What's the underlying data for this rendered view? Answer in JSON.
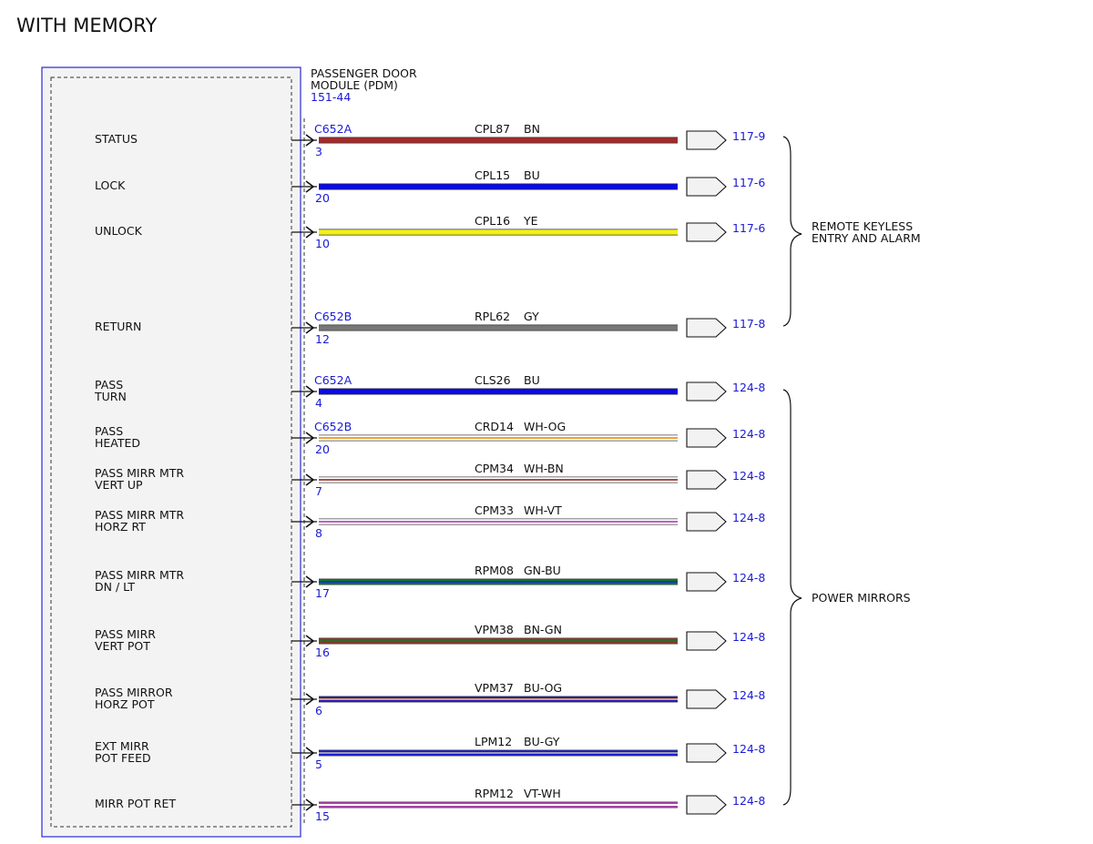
{
  "title": "WITH MEMORY",
  "module": {
    "name_line1": "PASSENGER DOOR",
    "name_line2": "MODULE (PDM)",
    "ref": "151-44"
  },
  "connectors": [
    {
      "name": "C652A"
    },
    {
      "name": "C652B"
    },
    {
      "name": "C652A"
    },
    {
      "name": "C652B"
    }
  ],
  "circuits": [
    {
      "pin_label": [
        "STATUS"
      ],
      "pin": "3",
      "circuit": "CPL87",
      "color_code": "BN",
      "dest": "117-9",
      "colors": [
        "#a52a2a"
      ],
      "connector_index": 0
    },
    {
      "pin_label": [
        "LOCK"
      ],
      "pin": "20",
      "circuit": "CPL15",
      "color_code": "BU",
      "dest": "117-6",
      "colors": [
        "#0a0ae6"
      ],
      "connector_index": null
    },
    {
      "pin_label": [
        "UNLOCK"
      ],
      "pin": "10",
      "circuit": "CPL16",
      "color_code": "YE",
      "dest": "117-6",
      "colors": [
        "#f2ef1a"
      ],
      "connector_index": null
    },
    {
      "pin_label": [
        "RETURN"
      ],
      "pin": "12",
      "circuit": "RPL62",
      "color_code": "GY",
      "dest": "117-8",
      "colors": [
        "#777777"
      ],
      "connector_index": 1
    },
    {
      "pin_label": [
        "PASS",
        "TURN"
      ],
      "pin": "4",
      "circuit": "CLS26",
      "color_code": "BU",
      "dest": "124-8",
      "colors": [
        "#0a0ae6"
      ],
      "connector_index": 2
    },
    {
      "pin_label": [
        "PASS",
        "HEATED"
      ],
      "pin": "20",
      "circuit": "CRD14",
      "color_code": "WH-OG",
      "dest": "124-8",
      "colors": [
        "#ffffff",
        "#f0a030"
      ],
      "connector_index": 3
    },
    {
      "pin_label": [
        "PASS MIRR MTR",
        "VERT UP"
      ],
      "pin": "7",
      "circuit": "CPM34",
      "color_code": "WH-BN",
      "dest": "124-8",
      "colors": [
        "#ffffff",
        "#a0524d"
      ],
      "connector_index": null
    },
    {
      "pin_label": [
        "PASS MIRR MTR",
        "HORZ RT"
      ],
      "pin": "8",
      "circuit": "CPM33",
      "color_code": "WH-VT",
      "dest": "124-8",
      "colors": [
        "#ffffff",
        "#c060c0"
      ],
      "connector_index": null
    },
    {
      "pin_label": [
        "PASS MIRR MTR",
        "DN / LT"
      ],
      "pin": "17",
      "circuit": "RPM08",
      "color_code": "GN-BU",
      "dest": "124-8",
      "colors": [
        "#0d7a2a",
        "#1a30c8"
      ],
      "connector_index": null
    },
    {
      "pin_label": [
        "PASS MIRR",
        "VERT POT"
      ],
      "pin": "16",
      "circuit": "VPM38",
      "color_code": "BN-GN",
      "dest": "124-8",
      "colors": [
        "#8b3a2a",
        "#2a6a2a"
      ],
      "connector_index": null
    },
    {
      "pin_label": [
        "PASS MIRROR",
        "HORZ POT"
      ],
      "pin": "6",
      "circuit": "VPM37",
      "color_code": "BU-OG",
      "dest": "124-8",
      "colors": [
        "#1a1ad6",
        "#f0a030"
      ],
      "connector_index": null
    },
    {
      "pin_label": [
        "EXT MIRR",
        "POT FEED"
      ],
      "pin": "5",
      "circuit": "LPM12",
      "color_code": "BU-GY",
      "dest": "124-8",
      "colors": [
        "#1a1ad6",
        "#9a9ab0"
      ],
      "connector_index": null
    },
    {
      "pin_label": [
        "MIRR POT RET"
      ],
      "pin": "15",
      "circuit": "RPM12",
      "color_code": "VT-WH",
      "dest": "124-8",
      "colors": [
        "#b040b0",
        "#ffffff"
      ],
      "connector_index": null
    }
  ],
  "groups": [
    {
      "label_line1": "REMOTE KEYLESS",
      "label_line2": "ENTRY AND ALARM"
    },
    {
      "label_line1": "POWER MIRRORS",
      "label_line2": ""
    }
  ],
  "palette": {
    "module_border": "#2b2bd6",
    "module_fill": "#f3f3f3",
    "ref_blue": "#1a1ad6"
  }
}
